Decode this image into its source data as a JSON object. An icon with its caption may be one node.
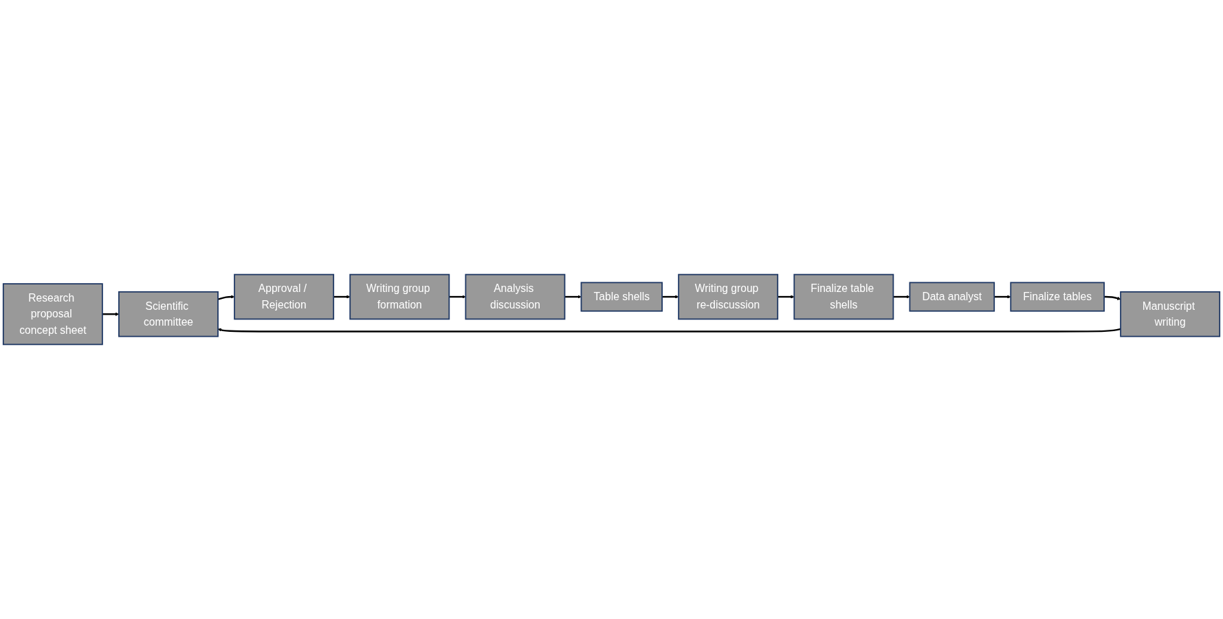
{
  "diagram": {
    "nodes": [
      {
        "text": [
          "Research proposal concept sheet"
        ]
      },
      {
        "text": [
          "Scientific committee"
        ]
      },
      {
        "text": [
          "Approval / Rejection"
        ]
      },
      {
        "text": [
          "Writing group formation"
        ]
      },
      {
        "text": [
          "Analysis discussion"
        ]
      },
      {
        "text": [
          "Table shells"
        ]
      },
      {
        "text": [
          "Manuscript writing"
        ]
      },
      {
        "text": [
          "Finalize tables"
        ]
      },
      {
        "text": [
          "Data analyst"
        ]
      },
      {
        "text": [
          "Finalize table shells"
        ]
      },
      {
        "text": [
          "Writing group re-discussion"
        ]
      }
    ],
    "edges": [
      {
        "from": 0,
        "to": 1,
        "arrow": "to"
      },
      {
        "from": 1,
        "to": 2,
        "arrow": "to"
      },
      {
        "from": 2,
        "to": 3,
        "arrow": "to"
      },
      {
        "from": 3,
        "to": 4,
        "arrow": "to"
      },
      {
        "from": 4,
        "to": 5,
        "arrow": "to"
      },
      {
        "from": 5,
        "to": 10,
        "arrow": "to"
      },
      {
        "from": 10,
        "to": 9,
        "arrow": "to"
      },
      {
        "from": 9,
        "to": 8,
        "arrow": "to"
      },
      {
        "from": 8,
        "to": 7,
        "arrow": "to"
      },
      {
        "from": 7,
        "to": 6,
        "arrow": "to"
      },
      {
        "from": 6,
        "to": 1,
        "arrow": "to"
      }
    ]
  }
}
